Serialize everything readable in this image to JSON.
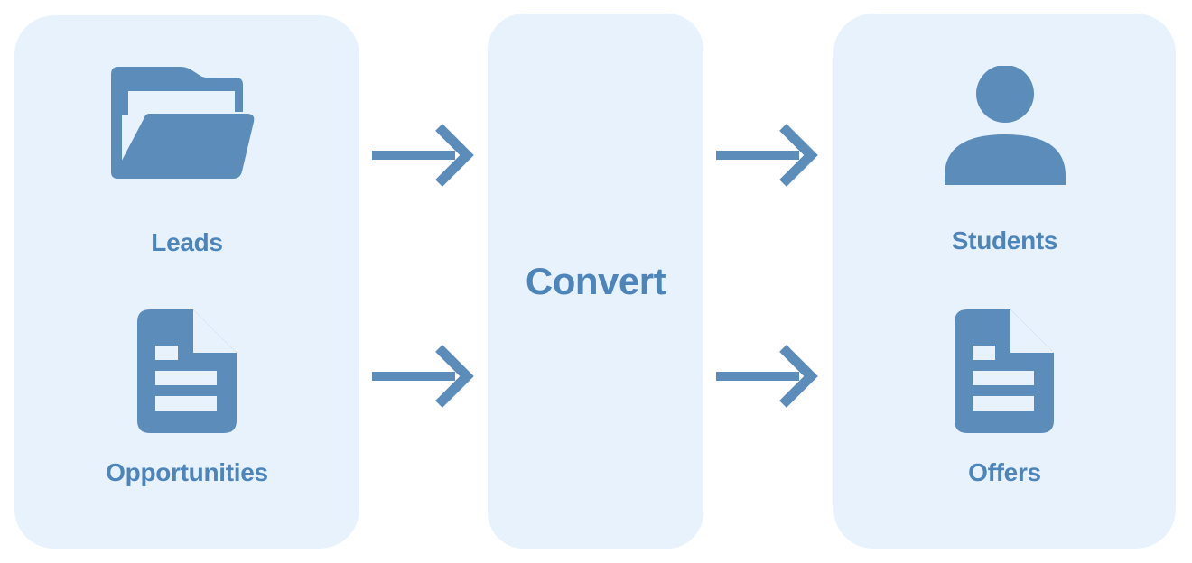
{
  "colors": {
    "page_bg": "#ffffff",
    "panel_bg": "#e7f2fd",
    "icon_blue": "#5b8cba",
    "text_blue": "#4d85bb"
  },
  "panels": {
    "left": {
      "items": [
        {
          "icon": "folder-open-icon",
          "label": "Leads"
        },
        {
          "icon": "document-icon",
          "label": "Opportunities"
        }
      ]
    },
    "middle": {
      "label": "Convert"
    },
    "right": {
      "items": [
        {
          "icon": "person-icon",
          "label": "Students"
        },
        {
          "icon": "document-icon",
          "label": "Offers"
        }
      ]
    }
  },
  "arrows": [
    "arrow-right-icon",
    "arrow-right-icon",
    "arrow-right-icon",
    "arrow-right-icon"
  ]
}
